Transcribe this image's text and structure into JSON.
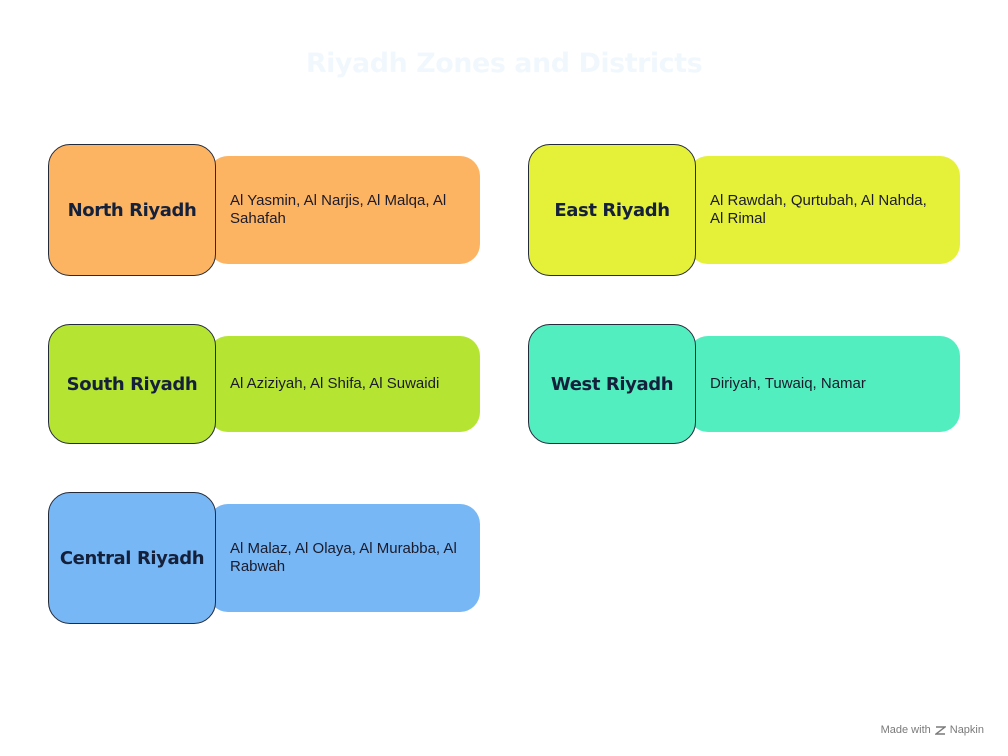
{
  "title": "Riyadh Zones and Districts",
  "zones": [
    {
      "name": "North Riyadh",
      "districts": "Al Yasmin, Al Narjis, Al Malqa, Al Sahafah",
      "color": "#fdb462"
    },
    {
      "name": "East Riyadh",
      "districts": "Al Rawdah, Qurtubah, Al Nahda, Al Rimal",
      "color": "#e5f039"
    },
    {
      "name": "South Riyadh",
      "districts": "Al Aziziyah, Al Shifa, Al Suwaidi",
      "color": "#b5e433"
    },
    {
      "name": "West Riyadh",
      "districts": "Diriyah, Tuwaiq, Namar",
      "color": "#52eec0"
    },
    {
      "name": "Central Riyadh",
      "districts": "Al Malaz, Al Olaya, Al Murabba, Al Rabwah",
      "color": "#77b7f5"
    }
  ],
  "watermark": {
    "text": "Made with",
    "brand": "Napkin",
    "icon": "napkin-logo-icon"
  }
}
